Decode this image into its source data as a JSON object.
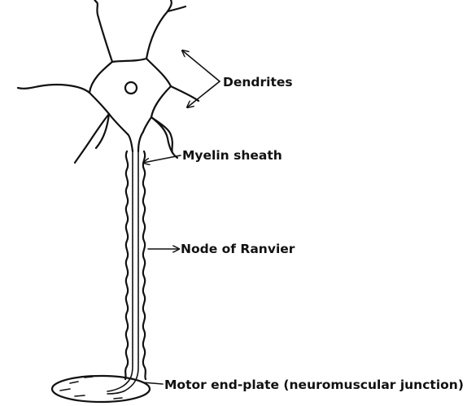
{
  "diagram": {
    "labels": {
      "dendrites": "Dendrites",
      "myelin_sheath": "Myelin sheath",
      "node_of_ranvier": "Node of Ranvier",
      "motor_end_plate": "Motor end-plate (neuromuscular junction)"
    }
  }
}
